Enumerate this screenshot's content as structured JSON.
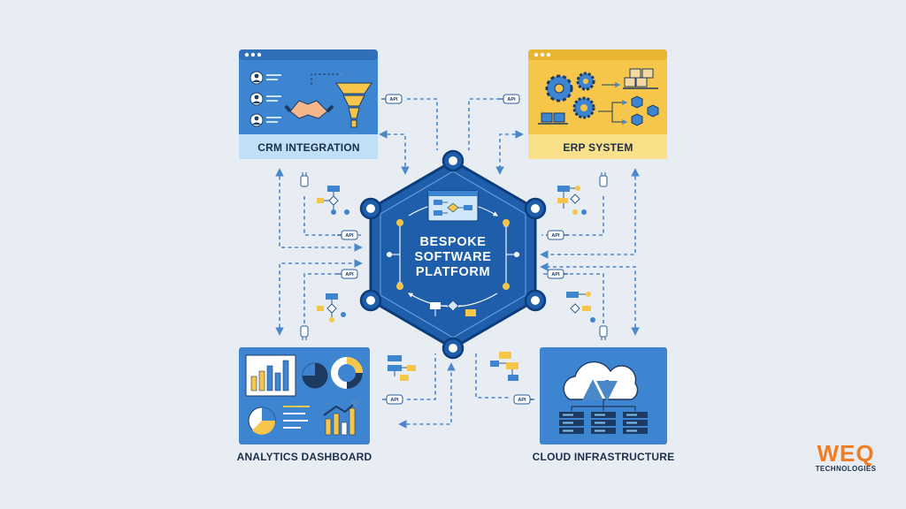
{
  "hub": {
    "title_lines": [
      "BESPOKE",
      "SOFTWARE",
      "PLATFORM"
    ]
  },
  "modules": {
    "crm": {
      "label": "CRM INTEGRATION",
      "color": "#3d84d1",
      "label_bg": "#bfe0f6"
    },
    "erp": {
      "label": "ERP SYSTEM",
      "color": "#f6c64a",
      "label_bg": "#fbe08a"
    },
    "analytics": {
      "label": "ANALYTICS DASHBOARD",
      "color": "#3d84d1"
    },
    "cloud": {
      "label": "CLOUD INFRASTRUCTURE",
      "color": "#3d84d1"
    }
  },
  "connector": {
    "label": "API"
  },
  "brand": {
    "name": "WEQ",
    "tagline": "TECHNOLOGIES",
    "color": "#f47c20"
  },
  "colors": {
    "hub_fill": "#1f5eab",
    "hub_stroke": "#0d3c7a",
    "dash": "#4a88c9",
    "accent_yellow": "#f6c64a"
  }
}
